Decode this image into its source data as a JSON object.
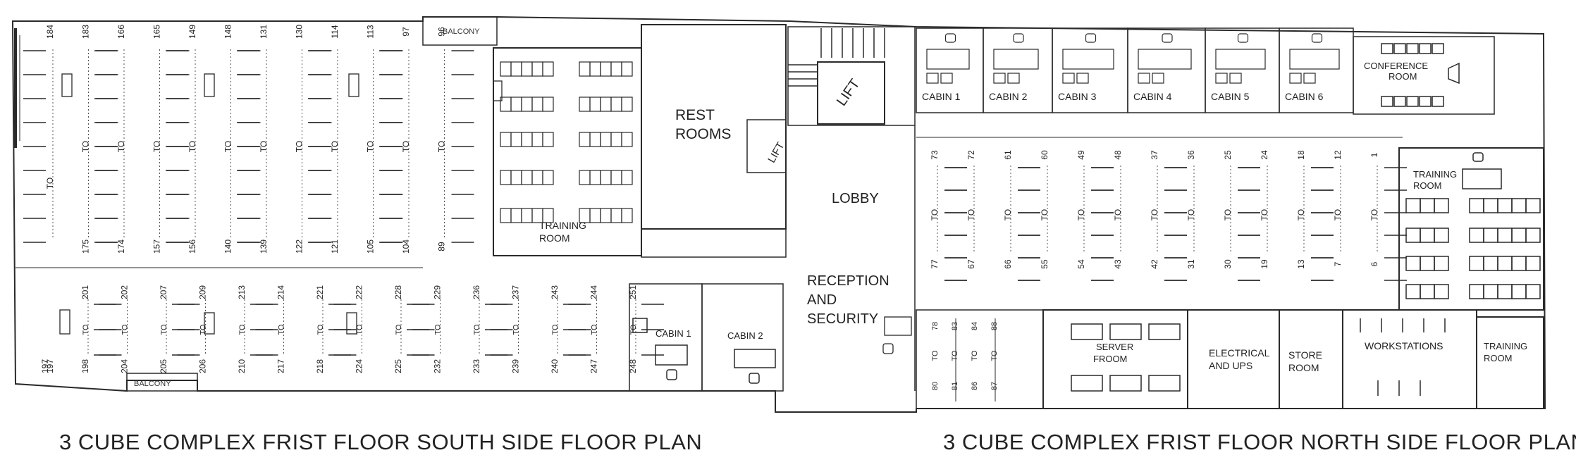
{
  "captions": {
    "south": "3 CUBE COMPLEX  FRIST FLOOR SOUTH SIDE FLOOR PLAN",
    "north": "3 CUBE COMPLEX  FRIST FLOOR NORTH SIDE FLOOR PLAN"
  },
  "connector": "TO",
  "rooms": {
    "balcony": "BALCONY",
    "rest_rooms": [
      "REST",
      "ROOMS"
    ],
    "lift": "LIFT",
    "lobby": "LOBBY",
    "reception": [
      "RECEPTION",
      "AND",
      "SECURITY"
    ],
    "training_room": [
      "TRAINING",
      "ROOM"
    ],
    "conference_room": [
      "CONFERENCE",
      "ROOM"
    ],
    "cabins": [
      "CABIN 1",
      "CABIN  2",
      "CABIN 3",
      "CABIN 4",
      "CABIN 5",
      "CABIN 6"
    ],
    "south_cabins": [
      "CABIN 1",
      "CABIN  2"
    ],
    "server_room": [
      "SERVER",
      "FROOM"
    ],
    "electrical": [
      "ELECTRICAL",
      "AND UPS"
    ],
    "store_room": [
      "STORE",
      "ROOM"
    ],
    "workstations": "WORKSTATIONS"
  },
  "seat_ranges": {
    "south_upper": [
      {
        "top": "184",
        "bottom": "197"
      },
      {
        "top": "183",
        "bottom": "175"
      },
      {
        "top": "166",
        "bottom": "174"
      },
      {
        "top": "165",
        "bottom": "157"
      },
      {
        "top": "149",
        "bottom": "156"
      },
      {
        "top": "148",
        "bottom": "140"
      },
      {
        "top": "131",
        "bottom": "139"
      },
      {
        "top": "130",
        "bottom": "122"
      },
      {
        "top": "114",
        "bottom": "121"
      },
      {
        "top": "113",
        "bottom": "105"
      },
      {
        "top": "97",
        "bottom": "104"
      },
      {
        "top": "96",
        "bottom": "89"
      }
    ],
    "south_lower": [
      {
        "top": "201",
        "bottom": "198"
      },
      {
        "top": "202",
        "bottom": "204"
      },
      {
        "top": "207",
        "bottom": "205"
      },
      {
        "top": "209",
        "bottom": "206"
      },
      {
        "top": "213",
        "bottom": "210"
      },
      {
        "top": "214",
        "bottom": "217"
      },
      {
        "top": "221",
        "bottom": "218"
      },
      {
        "top": "222",
        "bottom": "224"
      },
      {
        "top": "228",
        "bottom": "225"
      },
      {
        "top": "229",
        "bottom": "232"
      },
      {
        "top": "236",
        "bottom": "233"
      },
      {
        "top": "237",
        "bottom": "239"
      },
      {
        "top": "243",
        "bottom": "240"
      },
      {
        "top": "244",
        "bottom": "247"
      },
      {
        "top": "251",
        "bottom": "248"
      }
    ],
    "north_upper": [
      {
        "top": "73",
        "bottom": "77"
      },
      {
        "top": "72",
        "bottom": "67"
      },
      {
        "top": "61",
        "bottom": "66"
      },
      {
        "top": "60",
        "bottom": "55"
      },
      {
        "top": "49",
        "bottom": "54"
      },
      {
        "top": "48",
        "bottom": "43"
      },
      {
        "top": "37",
        "bottom": "42"
      },
      {
        "top": "36",
        "bottom": "31"
      },
      {
        "top": "25",
        "bottom": "30"
      },
      {
        "top": "24",
        "bottom": "19"
      },
      {
        "top": "18",
        "bottom": "13"
      },
      {
        "top": "12",
        "bottom": "7"
      },
      {
        "top": "1",
        "bottom": "6"
      }
    ],
    "north_lower": [
      {
        "top": "78",
        "bottom": "80"
      },
      {
        "top": "83",
        "bottom": "81"
      },
      {
        "top": "84",
        "bottom": "86"
      },
      {
        "top": "88",
        "bottom": "87"
      }
    ]
  }
}
